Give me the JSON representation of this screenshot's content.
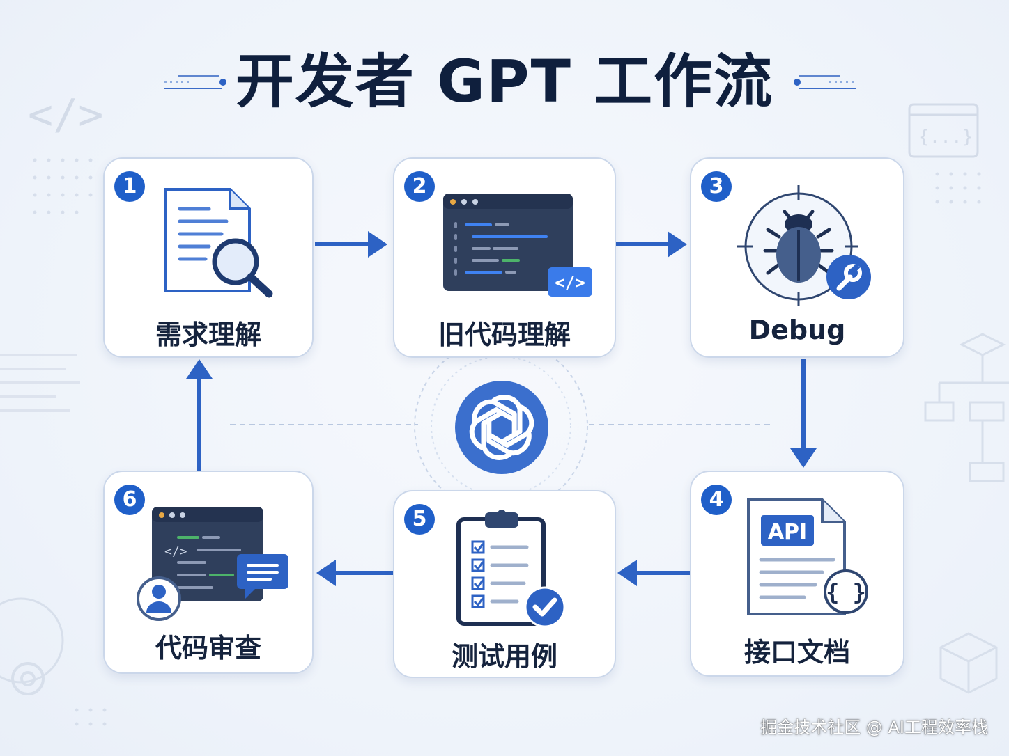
{
  "title": "开发者 GPT 工作流",
  "steps": [
    {
      "number": "1",
      "label": "需求理解"
    },
    {
      "number": "2",
      "label": "旧代码理解"
    },
    {
      "number": "3",
      "label": "Debug"
    },
    {
      "number": "4",
      "label": "接口文档"
    },
    {
      "number": "5",
      "label": "测试用例"
    },
    {
      "number": "6",
      "label": "代码审查"
    }
  ],
  "icons": {
    "code_tag": "</>",
    "api_tag": "API",
    "braces": "{ }",
    "bg_braces": "{...}",
    "bg_code": "</>"
  },
  "watermark": "掘金技术社区 @ AI工程效率栈",
  "colors": {
    "accent": "#1f5fc9",
    "arrow": "#2d62c4",
    "title": "#0f1f3d",
    "card_border": "#cbd7ea"
  }
}
